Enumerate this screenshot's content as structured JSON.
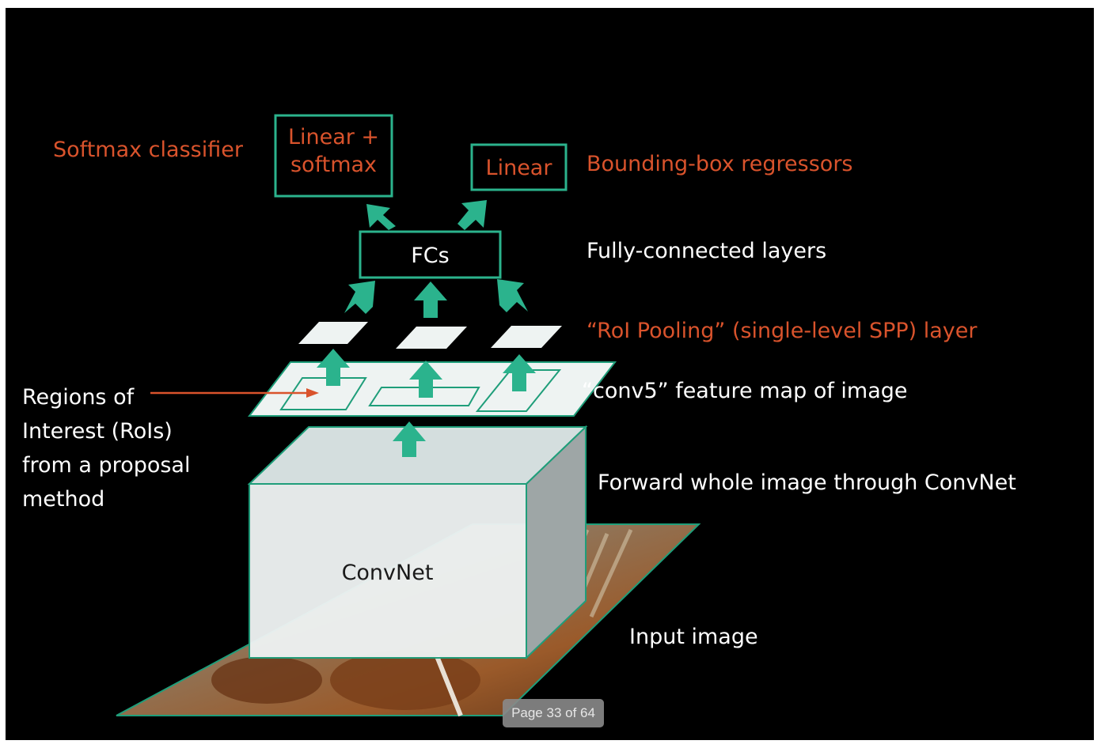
{
  "diagram": {
    "labels": {
      "softmax_classifier": "Softmax classifier",
      "bbox_regressors": "Bounding-box regressors",
      "fully_connected": "Fully-connected layers",
      "roi_pooling": "“RoI Pooling” (single-level SPP) layer",
      "conv5": "“conv5” feature map of image",
      "forward": "Forward whole image through ConvNet",
      "input_image": "Input image",
      "rois_line1": "Regions of",
      "rois_line2": "Interest (RoIs)",
      "rois_line3": "from a proposal",
      "rois_line4": "method"
    },
    "boxes": {
      "linear_softmax_line1": "Linear +",
      "linear_softmax_line2": "softmax",
      "linear": "Linear",
      "fcs": "FCs",
      "convnet": "ConvNet"
    },
    "colors": {
      "accent_green": "#2bb38d",
      "outline_green": "#1f9e7a",
      "label_red": "#d9532c",
      "background": "#000000"
    }
  },
  "viewer": {
    "page_indicator": "Page 33 of 64"
  }
}
